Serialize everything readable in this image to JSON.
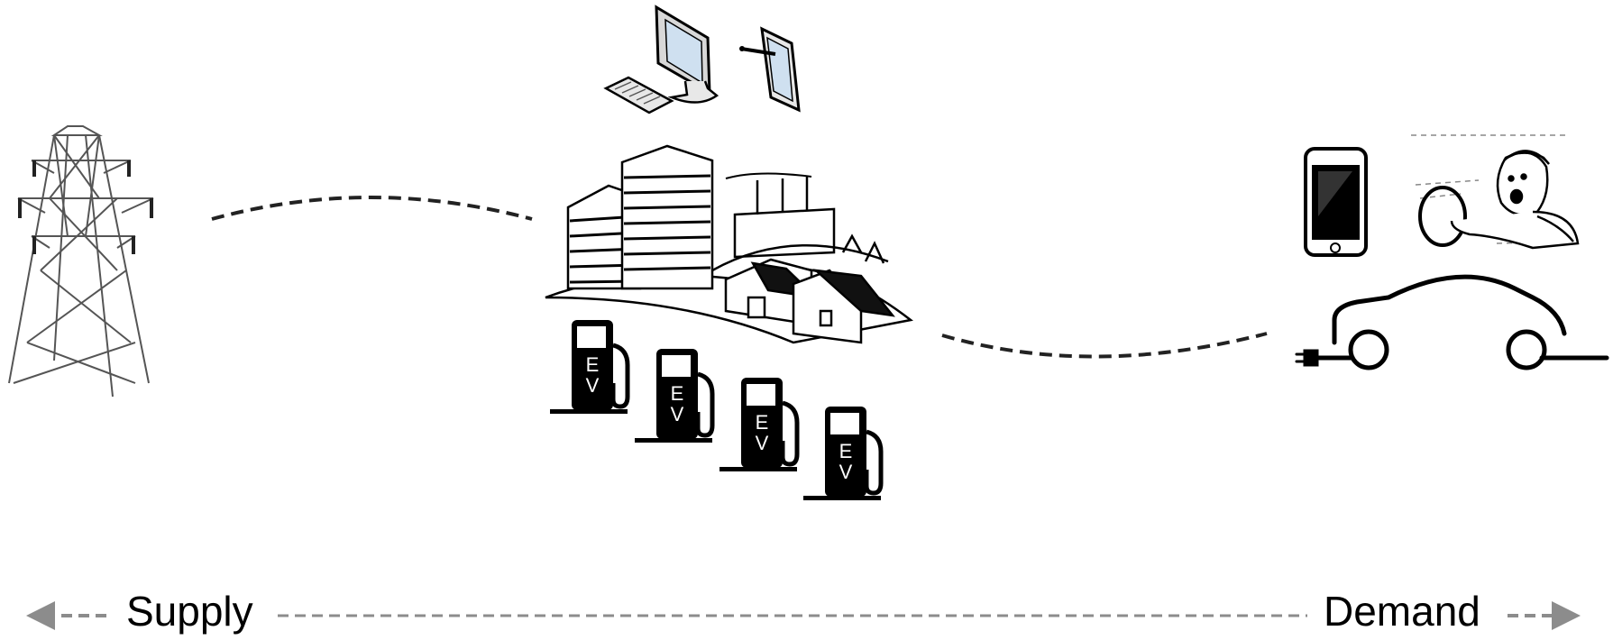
{
  "axis": {
    "left_label": "Supply",
    "right_label": "Demand",
    "arrow_color": "#8c8c8c"
  },
  "colors": {
    "ink": "#000000",
    "dash_curve": "#222222",
    "screen_blue": "#cfe0f0",
    "tower_gray": "#555555"
  },
  "nodes": [
    {
      "role": "supply",
      "icon": "transmission-tower-icon"
    },
    {
      "role": "aggregator",
      "icons": [
        "desktop-computer-icon",
        "tablet-stylus-icon",
        "city-buildings-icon",
        "ev-charging-station-icon"
      ]
    },
    {
      "role": "demand",
      "icons": [
        "smartphone-icon",
        "happy-driver-icon",
        "electric-car-plug-icon"
      ]
    }
  ],
  "ev_station_glyph": {
    "letter_top": "E",
    "letter_bottom": "V"
  }
}
